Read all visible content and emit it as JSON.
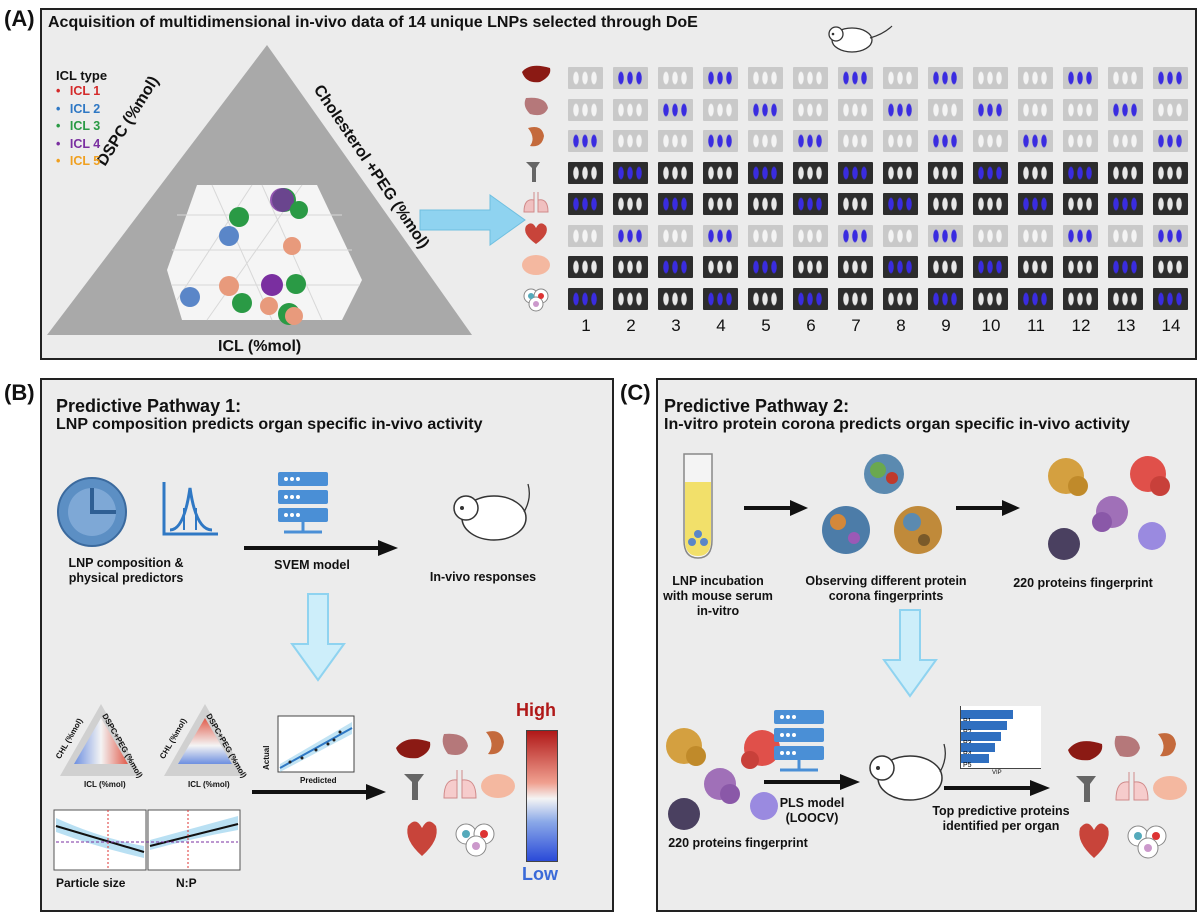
{
  "panelA": {
    "label": "(A)",
    "title": "Acquisition of multidimensional in-vivo data of 14 unique LNPs selected through DoE",
    "legend_title": "ICL type",
    "legend": [
      {
        "label": "ICL 1",
        "color": "#d42a2a"
      },
      {
        "label": "ICL 2",
        "color": "#2f78c4"
      },
      {
        "label": "ICL 3",
        "color": "#2a9a45"
      },
      {
        "label": "ICL 4",
        "color": "#7a2fa0"
      },
      {
        "label": "ICL 5",
        "color": "#f0a020"
      }
    ],
    "axis_left": "DSPC (%mol)",
    "axis_right": "Cholesterol +PEG (%mol)",
    "axis_bottom": "ICL (%mol)",
    "columns": [
      "1",
      "2",
      "3",
      "4",
      "5",
      "6",
      "7",
      "8",
      "9",
      "10",
      "11",
      "12",
      "13",
      "14"
    ],
    "organ_icons": [
      "liver-icon",
      "spleen-icon",
      "kidney-icon",
      "bone-icon",
      "lung-icon",
      "heart-icon",
      "brain-icon",
      "blood-cells-icon"
    ]
  },
  "panelB": {
    "label": "(B)",
    "title": "Predictive Pathway 1:",
    "subtitle": "LNP composition predicts organ specific in-vivo activity",
    "cap_composition": "LNP composition &\nphysical predictors",
    "cap_model": "SVEM model",
    "cap_responses": "In-vivo responses",
    "tern_axis_left": "CHL (%mol)",
    "tern_axis_right": "DSPC+PEG (%mol)",
    "tern_axis_bottom": "ICL (%mol)",
    "plot_ylabel": "Actual",
    "plot_xlabel": "Predicted",
    "profile_label_1": "Particle size",
    "profile_label_2": "N:P",
    "scale_high": "High",
    "scale_low": "Low"
  },
  "panelC": {
    "label": "(C)",
    "title": "Predictive Pathway 2:",
    "subtitle": "In-vitro protein corona predicts organ specific in-vivo activity",
    "cap_incubation": "LNP incubation\nwith mouse serum\nin-vitro",
    "cap_corona": "Observing different protein\ncorona fingerprints",
    "cap_fingerprint_top": "220 proteins fingerprint",
    "cap_fingerprint_bottom": "220 proteins fingerprint",
    "cap_pls": "PLS model\n(LOOCV)",
    "cap_top": "Top predictive proteins\nidentified per organ",
    "bars": [
      "P1",
      "P2",
      "P3",
      "P4",
      "P5"
    ],
    "bar_axis_label": "VIP"
  },
  "colors": {
    "arrow_blue": "#8fd3f0",
    "tile_dark": "#2d2d2d",
    "tile_light": "#c9c9c9",
    "signal": "#3a2ce0"
  }
}
